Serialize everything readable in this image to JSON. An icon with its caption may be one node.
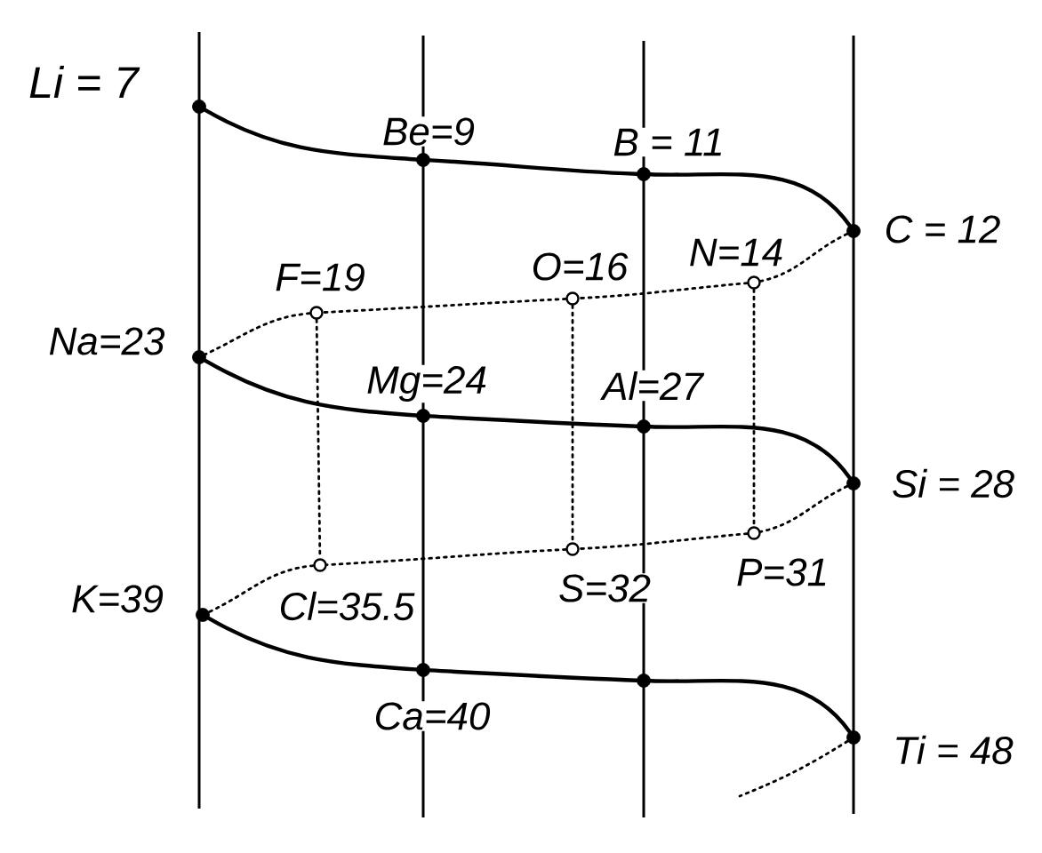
{
  "diagram": {
    "nodes": [
      {
        "text": [],
        "shape": "dot",
        "beside": [
          "Li = 7"
        ]
      },
      {
        "text": [],
        "shape": "dot",
        "beside": [
          "Be=9"
        ]
      },
      {
        "text": [],
        "shape": "dot",
        "beside": [
          "B = 11"
        ]
      },
      {
        "text": [],
        "shape": "dot",
        "beside": [
          "C = 12"
        ]
      },
      {
        "text": [],
        "shape": "circle",
        "beside": [
          "N=14"
        ]
      },
      {
        "text": [],
        "shape": "circle",
        "beside": [
          "O=16"
        ]
      },
      {
        "text": [],
        "shape": "circle",
        "beside": [
          "F=19"
        ]
      },
      {
        "text": [],
        "shape": "dot",
        "beside": [
          "Na=23"
        ]
      },
      {
        "text": [],
        "shape": "dot",
        "beside": [
          "Mg=24"
        ]
      },
      {
        "text": [],
        "shape": "dot",
        "beside": [
          "Al=27"
        ]
      },
      {
        "text": [],
        "shape": "dot",
        "beside": [
          "Si = 28"
        ]
      },
      {
        "text": [],
        "shape": "circle",
        "beside": [
          "P=31"
        ]
      },
      {
        "text": [],
        "shape": "circle",
        "beside": [
          "S=32"
        ]
      },
      {
        "text": [],
        "shape": "circle",
        "beside": [
          "Cl=35.5"
        ]
      },
      {
        "text": [],
        "shape": "dot",
        "beside": [
          "K=39"
        ]
      },
      {
        "text": [],
        "shape": "dot",
        "beside": [
          "Ca=40"
        ]
      },
      {
        "text": [],
        "shape": "dot"
      },
      {
        "text": [],
        "shape": "dot",
        "beside": [
          "Ti = 48"
        ]
      }
    ],
    "edges": [
      {
        "from": 0,
        "to": 1,
        "arrow": "none"
      },
      {
        "from": 1,
        "to": 2,
        "arrow": "none"
      },
      {
        "from": 2,
        "to": 3,
        "arrow": "none"
      },
      {
        "from": 3,
        "to": 4,
        "arrow": "none",
        "style": "dashed"
      },
      {
        "from": 4,
        "to": 5,
        "arrow": "none",
        "style": "dashed"
      },
      {
        "from": 5,
        "to": 6,
        "arrow": "none",
        "style": "dashed"
      },
      {
        "from": 6,
        "to": 7,
        "arrow": "none",
        "style": "dashed"
      },
      {
        "from": 7,
        "to": 8,
        "arrow": "none"
      },
      {
        "from": 8,
        "to": 9,
        "arrow": "none"
      },
      {
        "from": 9,
        "to": 10,
        "arrow": "none"
      },
      {
        "from": 10,
        "to": 11,
        "arrow": "none",
        "style": "dashed"
      },
      {
        "from": 11,
        "to": 12,
        "arrow": "none",
        "style": "dashed"
      },
      {
        "from": 12,
        "to": 13,
        "arrow": "none",
        "style": "dashed"
      },
      {
        "from": 13,
        "to": 14,
        "arrow": "none",
        "style": "dashed"
      },
      {
        "from": 14,
        "to": 15,
        "arrow": "none"
      },
      {
        "from": 15,
        "to": 16,
        "arrow": "none"
      },
      {
        "from": 16,
        "to": 17,
        "arrow": "none"
      },
      {
        "from": 17,
        "to": null,
        "arrow": "none",
        "style": "dashed"
      },
      {
        "from": 6,
        "to": 13,
        "arrow": "none",
        "style": "dashed"
      },
      {
        "from": 5,
        "to": 12,
        "arrow": "none",
        "style": "dashed"
      },
      {
        "from": 4,
        "to": 11,
        "arrow": "none",
        "style": "dashed"
      }
    ]
  }
}
